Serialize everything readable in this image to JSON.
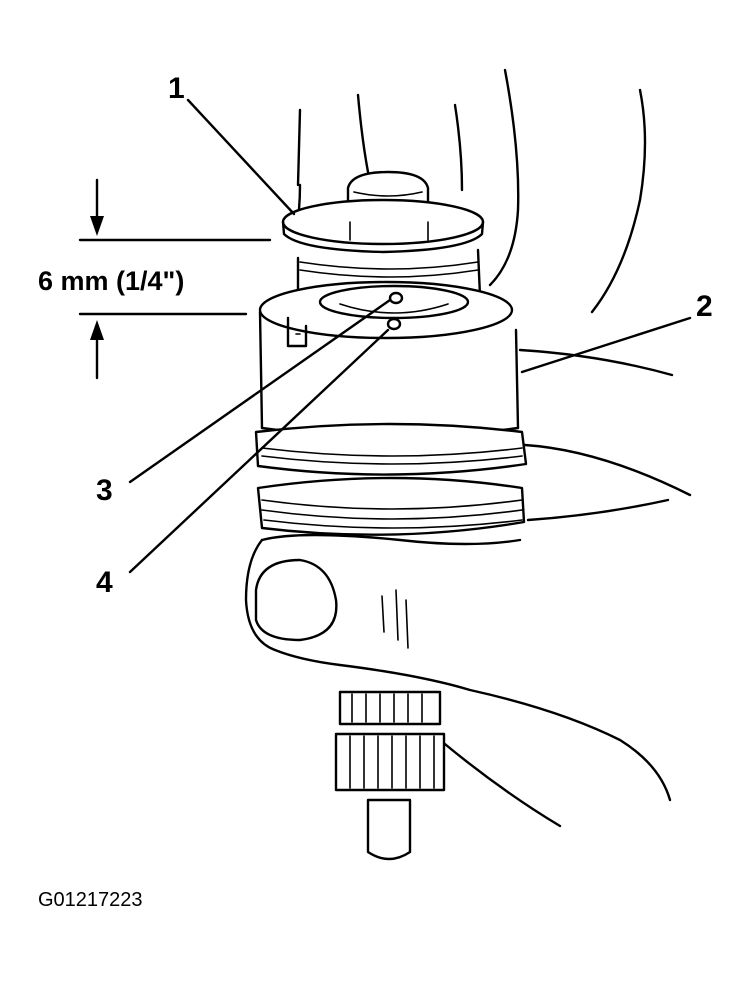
{
  "callouts": {
    "c1": "1",
    "c2": "2",
    "c3": "3",
    "c4": "4"
  },
  "dimension": {
    "label": "6 mm (1/4\")"
  },
  "figure_id": "G01217223"
}
